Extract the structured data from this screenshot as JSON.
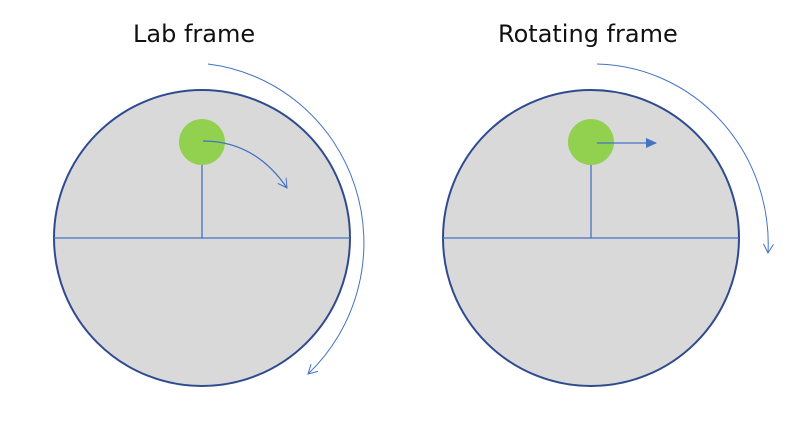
{
  "panels": [
    {
      "title": "Lab frame",
      "motion": "curved-arrow",
      "rotation_arc": "long"
    },
    {
      "title": "Rotating frame",
      "motion": "straight-arrow",
      "rotation_arc": "short"
    }
  ],
  "colors": {
    "disk_fill": "#d9d9d9",
    "disk_stroke": "#2f4b8f",
    "line": "#4472c4",
    "ball": "#92d050"
  }
}
